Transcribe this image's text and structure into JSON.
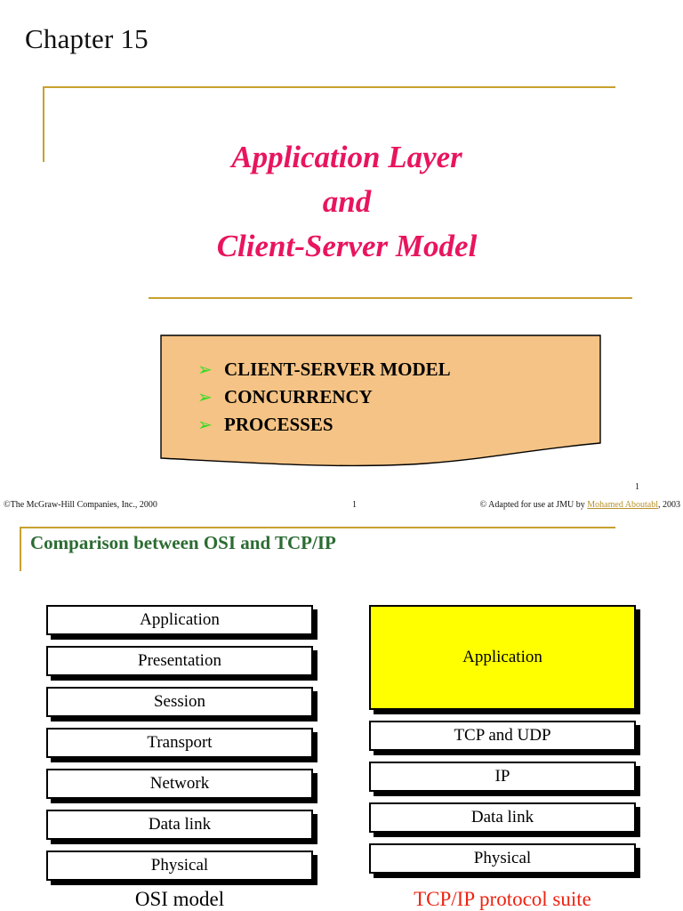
{
  "slide1": {
    "chapter_label": "Chapter 15",
    "title_lines": [
      "Application Layer",
      "and",
      "Client-Server Model"
    ],
    "title_color": "#e8155e",
    "rule_color": "#c8a02e",
    "topics_box": {
      "fill": "#f5c385",
      "stroke": "#000000",
      "bullet_glyph": "➢",
      "bullet_color": "#33dd22",
      "items": [
        "CLIENT-SERVER MODEL",
        "CONCURRENCY",
        "PROCESSES"
      ]
    },
    "footer": {
      "left": "©The McGraw-Hill Companies, Inc., 2000",
      "page": "1",
      "right_prefix": "© Adapted for use at JMU by ",
      "right_author": "Mohamed Aboutabl",
      "right_suffix": ", 2003",
      "author_link_color": "#b8912c"
    },
    "corner_page_number": "1"
  },
  "slide2": {
    "heading": "Comparison between OSI and TCP/IP",
    "heading_color": "#2c6b32",
    "rule_color": "#c8a02e",
    "osi": {
      "caption": "OSI model",
      "caption_color": "#000000",
      "layers": [
        {
          "label": "Application",
          "highlight": false
        },
        {
          "label": "Presentation",
          "highlight": false
        },
        {
          "label": "Session",
          "highlight": false
        },
        {
          "label": "Transport",
          "highlight": false
        },
        {
          "label": "Network",
          "highlight": false
        },
        {
          "label": "Data link",
          "highlight": false
        },
        {
          "label": "Physical",
          "highlight": false
        }
      ]
    },
    "tcpip": {
      "caption": "TCP/IP protocol suite",
      "caption_color": "#ee2211",
      "highlight_color": "#ffff00",
      "layers": [
        {
          "label": "Application",
          "highlight": true
        },
        {
          "label": "TCP and  UDP",
          "highlight": false
        },
        {
          "label": "IP",
          "highlight": false
        },
        {
          "label": "Data link",
          "highlight": false
        },
        {
          "label": "Physical",
          "highlight": false
        }
      ]
    }
  }
}
